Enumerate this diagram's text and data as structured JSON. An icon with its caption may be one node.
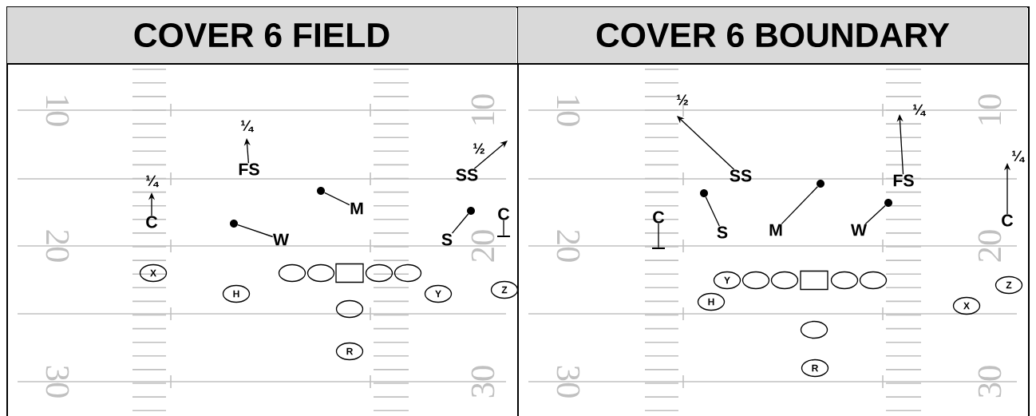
{
  "diagram": {
    "nodes": [
      {
        "text": [
          "COVER 6 FIELD"
        ]
      },
      {
        "text": [
          "FS"
        ],
        "in": 0
      },
      {
        "text": [
          "SS"
        ],
        "in": 0
      },
      {
        "text": [
          "C"
        ],
        "in": 0
      },
      {
        "text": [],
        "shape": "dot",
        "in": 0
      },
      {
        "text": [
          "M"
        ],
        "in": 0
      },
      {
        "text": [],
        "shape": "dot",
        "in": 0
      },
      {
        "text": [],
        "shape": "dot",
        "in": 0
      },
      {
        "text": [
          "C"
        ],
        "in": 0
      },
      {
        "text": [
          "W"
        ],
        "in": 0
      },
      {
        "text": [
          "S"
        ],
        "in": 0
      },
      {
        "text": [
          "X"
        ],
        "in": 0
      },
      {
        "text": [],
        "shape": "circle",
        "in": 0
      },
      {
        "text": [],
        "shape": "circle",
        "in": 0
      },
      {
        "text": [],
        "shape": "box",
        "in": 0
      },
      {
        "text": [],
        "shape": "circle",
        "in": 0
      },
      {
        "text": [],
        "shape": "circle",
        "in": 0
      },
      {
        "text": [
          "H"
        ],
        "in": 0
      },
      {
        "text": [
          "Y"
        ],
        "in": 0
      },
      {
        "text": [
          "Z"
        ],
        "in": 0
      },
      {
        "text": [],
        "shape": "circle",
        "in": 0
      },
      {
        "text": [
          "R"
        ],
        "in": 0
      },
      {
        "text": [
          "COVER 6 BOUNDARY"
        ]
      },
      {
        "text": [
          "SS"
        ],
        "in": 22
      },
      {
        "text": [
          "FS"
        ],
        "in": 22
      },
      {
        "text": [],
        "shape": "dot",
        "in": 22
      },
      {
        "text": [],
        "shape": "dot",
        "in": 22
      },
      {
        "text": [],
        "shape": "dot",
        "in": 22
      },
      {
        "text": [
          "C"
        ],
        "in": 22
      },
      {
        "text": [
          "C"
        ],
        "in": 22
      },
      {
        "text": [
          "S"
        ],
        "in": 22
      },
      {
        "text": [
          "M"
        ],
        "in": 22
      },
      {
        "text": [
          "W"
        ],
        "in": 22
      },
      {
        "text": [
          "Y"
        ],
        "in": 22
      },
      {
        "text": [],
        "shape": "circle",
        "in": 22
      },
      {
        "text": [],
        "shape": "circle",
        "in": 22
      },
      {
        "text": [],
        "shape": "box",
        "in": 22
      },
      {
        "text": [],
        "shape": "circle",
        "in": 22
      },
      {
        "text": [],
        "shape": "circle",
        "in": 22
      },
      {
        "text": [
          "Z"
        ],
        "in": 22
      },
      {
        "text": [
          "H"
        ],
        "in": 22
      },
      {
        "text": [
          "X"
        ],
        "in": 22
      },
      {
        "text": [],
        "shape": "circle",
        "in": 22
      },
      {
        "text": [
          "R"
        ],
        "in": 22
      },
      {
        "text": [],
        "shape": "bar",
        "in": 0
      },
      {
        "text": [],
        "shape": "bar",
        "in": 22
      }
    ],
    "edges": [
      {
        "from": 1,
        "to": null,
        "arrow": "to",
        "label": "¼"
      },
      {
        "from": 3,
        "to": null,
        "arrow": "to",
        "label": "¼"
      },
      {
        "from": 2,
        "to": null,
        "arrow": "to",
        "label": "½"
      },
      {
        "from": 5,
        "to": 4,
        "arrow": "none"
      },
      {
        "from": 9,
        "to": 6,
        "arrow": "none"
      },
      {
        "from": 10,
        "to": 7,
        "arrow": "none"
      },
      {
        "from": 8,
        "to": 44,
        "arrow": "none"
      },
      {
        "from": 23,
        "to": null,
        "arrow": "to",
        "label": "½"
      },
      {
        "from": 24,
        "to": null,
        "arrow": "to",
        "label": "¼"
      },
      {
        "from": 29,
        "to": null,
        "arrow": "to",
        "label": "¼"
      },
      {
        "from": 30,
        "to": 26,
        "arrow": "none"
      },
      {
        "from": 31,
        "to": 25,
        "arrow": "none"
      },
      {
        "from": 32,
        "to": 27,
        "arrow": "none"
      },
      {
        "from": 28,
        "to": 45,
        "arrow": "none"
      }
    ],
    "labels": [
      "10",
      "10",
      "20",
      "20",
      "30",
      "30",
      "10",
      "10",
      "20",
      "20",
      "30",
      "30"
    ]
  }
}
